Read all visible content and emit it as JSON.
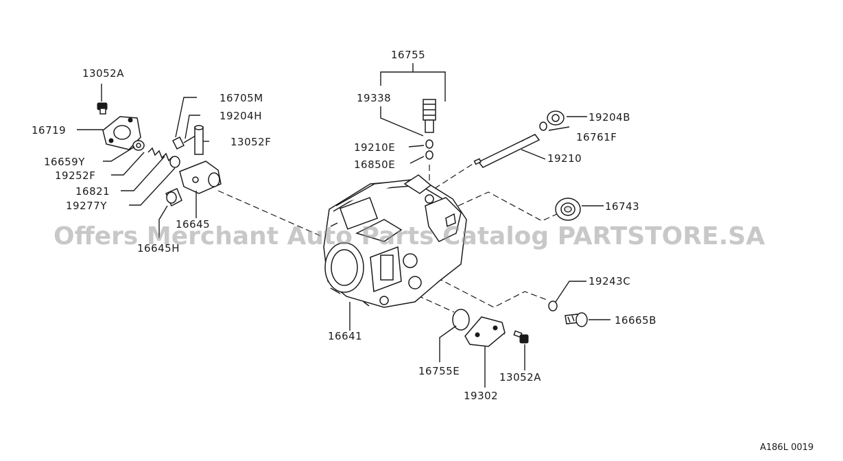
{
  "watermark": "Offers Merchant Auto Parts Catalog PARTSTORE.SA",
  "diagram_code": "A186L 0019",
  "labels": {
    "p16755": "16755",
    "p13052A_top": "13052A",
    "p16705M": "16705M",
    "p19338": "19338",
    "p19204H": "19204H",
    "p19204B": "19204B",
    "p16719": "16719",
    "p13052F": "13052F",
    "p16761F": "16761F",
    "p19210E": "19210E",
    "p16659Y": "16659Y",
    "p16850E": "16850E",
    "p19210": "19210",
    "p19252F": "19252F",
    "p16821": "16821",
    "p19277Y": "19277Y",
    "p16743": "16743",
    "p16645": "16645",
    "p16645H": "16645H",
    "p19243C": "19243C",
    "p16665B": "16665B",
    "p16641": "16641",
    "p16755E": "16755E",
    "p13052A_bottom": "13052A",
    "p19302": "19302"
  }
}
